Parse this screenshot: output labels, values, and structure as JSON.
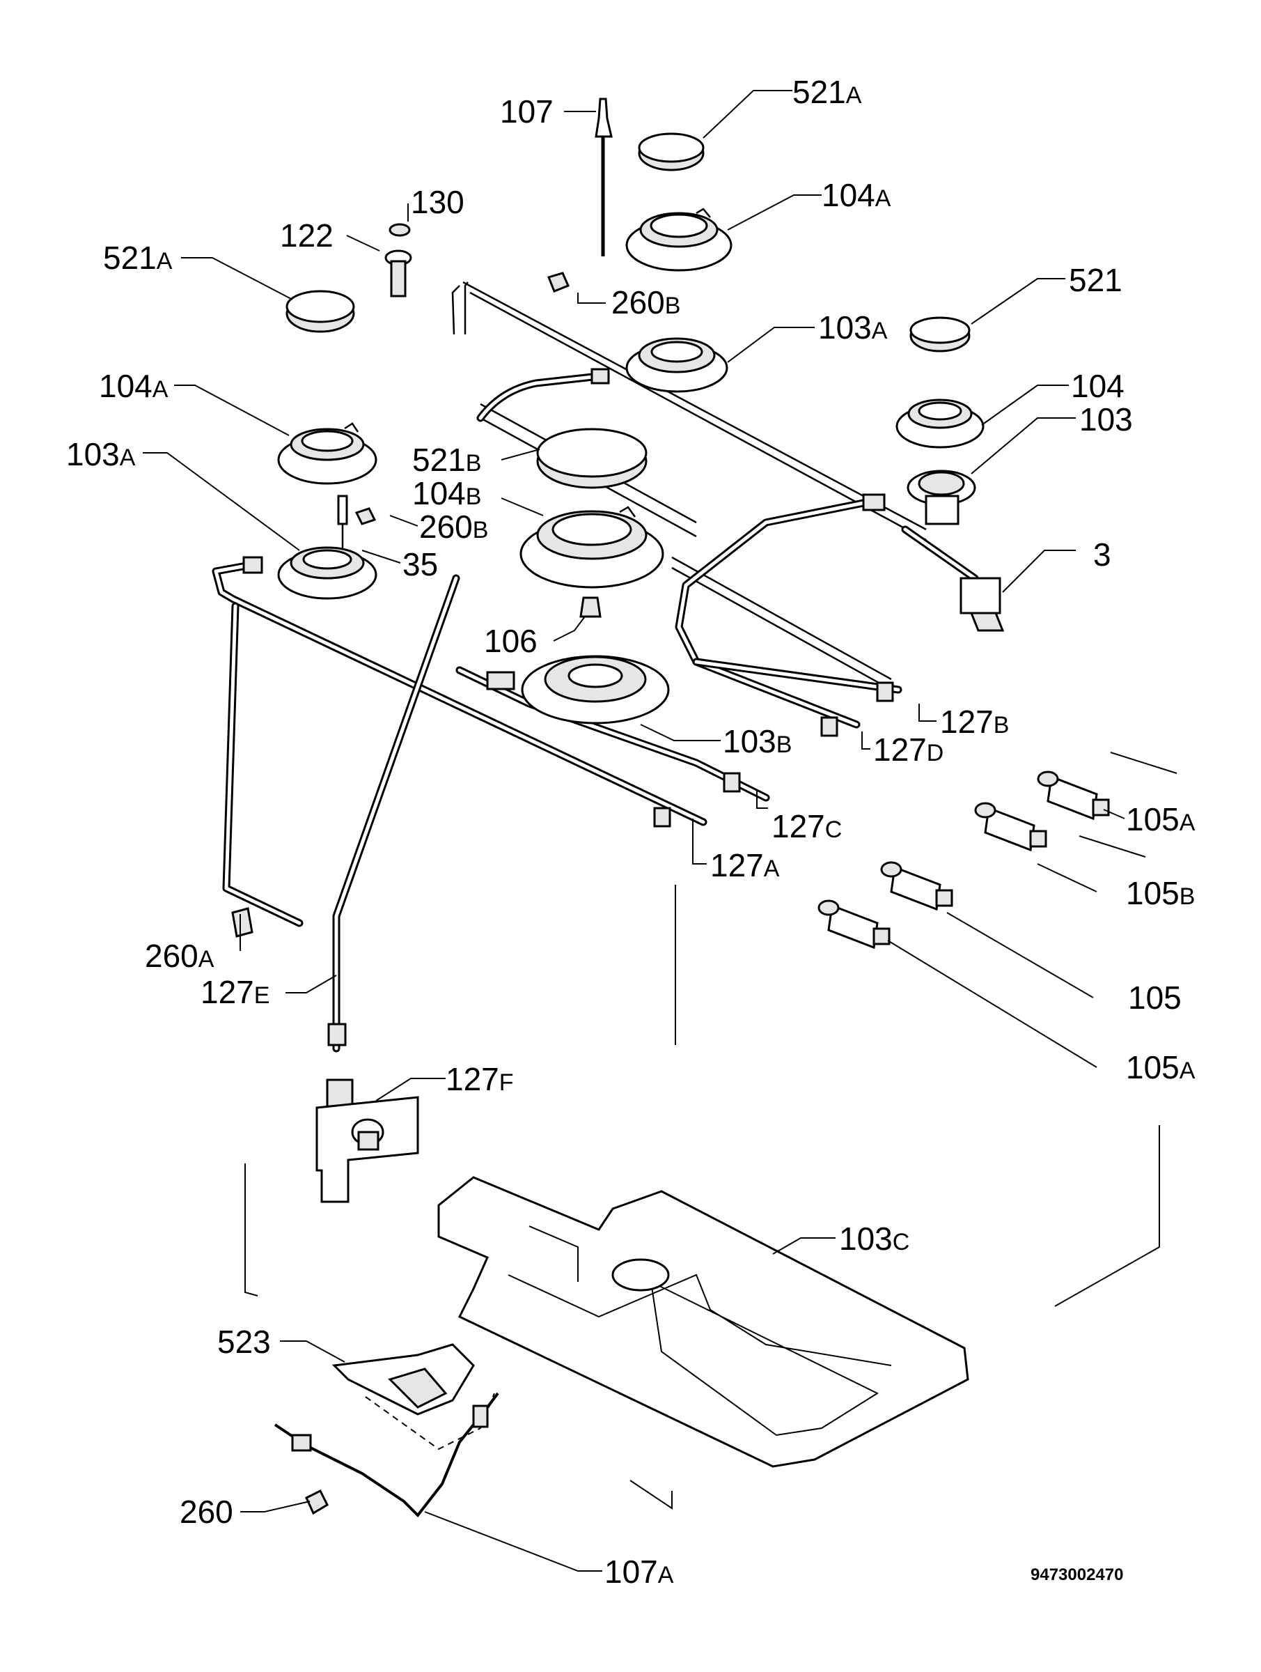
{
  "document_number": "9473002470",
  "callouts": {
    "c107": {
      "num": "107",
      "suffix": ""
    },
    "c521A1": {
      "num": "521",
      "suffix": "A"
    },
    "c104A1": {
      "num": "104",
      "suffix": "A"
    },
    "c130": {
      "num": "130",
      "suffix": ""
    },
    "c122": {
      "num": "122",
      "suffix": ""
    },
    "c521A2": {
      "num": "521",
      "suffix": "A"
    },
    "c260B1": {
      "num": "260",
      "suffix": "B"
    },
    "c521": {
      "num": "521",
      "suffix": ""
    },
    "c103A1": {
      "num": "103",
      "suffix": "A"
    },
    "c104A2": {
      "num": "104",
      "suffix": "A"
    },
    "c104": {
      "num": "104",
      "suffix": ""
    },
    "c103": {
      "num": "103",
      "suffix": ""
    },
    "c521B": {
      "num": "521",
      "suffix": "B"
    },
    "c103A2": {
      "num": "103",
      "suffix": "A"
    },
    "c104B": {
      "num": "104",
      "suffix": "B"
    },
    "c260B2": {
      "num": "260",
      "suffix": "B"
    },
    "c35": {
      "num": "35",
      "suffix": ""
    },
    "c3": {
      "num": "3",
      "suffix": ""
    },
    "c106": {
      "num": "106",
      "suffix": ""
    },
    "c127B": {
      "num": "127",
      "suffix": "B"
    },
    "c103B": {
      "num": "103",
      "suffix": "B"
    },
    "c127D": {
      "num": "127",
      "suffix": "D"
    },
    "c105A1": {
      "num": "105",
      "suffix": "A"
    },
    "c127C": {
      "num": "127",
      "suffix": "C"
    },
    "c127A": {
      "num": "127",
      "suffix": "A"
    },
    "c105B": {
      "num": "105",
      "suffix": "B"
    },
    "c260A": {
      "num": "260",
      "suffix": "A"
    },
    "c105": {
      "num": "105",
      "suffix": ""
    },
    "c127E": {
      "num": "127",
      "suffix": "E"
    },
    "c105A2": {
      "num": "105",
      "suffix": "A"
    },
    "c127F": {
      "num": "127",
      "suffix": "F"
    },
    "c103C": {
      "num": "103",
      "suffix": "C"
    },
    "c523": {
      "num": "523",
      "suffix": ""
    },
    "c260": {
      "num": "260",
      "suffix": ""
    },
    "c107A": {
      "num": "107",
      "suffix": "A"
    }
  }
}
